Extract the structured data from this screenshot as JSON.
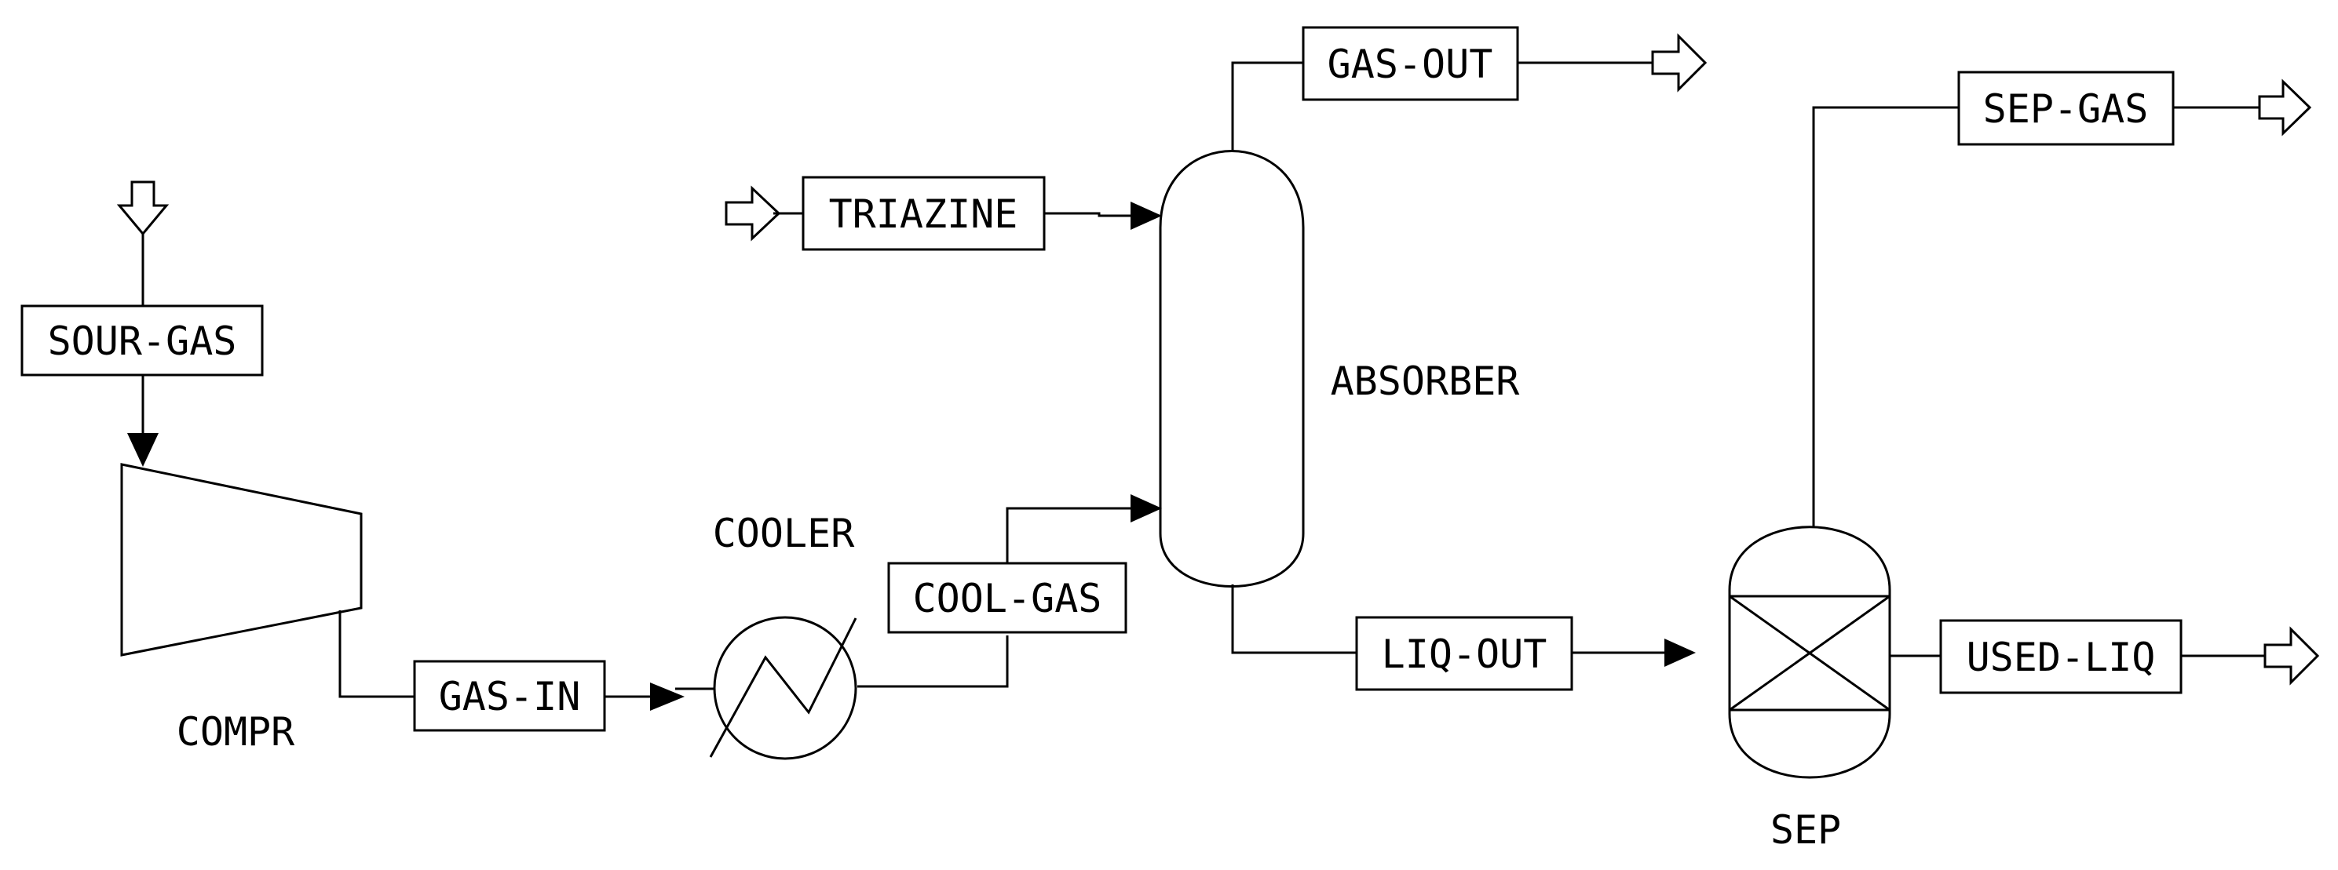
{
  "diagram": {
    "units": {
      "compressor": "COMPR",
      "cooler": "COOLER",
      "absorber": "ABSORBER",
      "separator": "SEP"
    },
    "streams": {
      "sour_gas": "SOUR-GAS",
      "gas_in": "GAS-IN",
      "cool_gas": "COOL-GAS",
      "triazine": "TRIAZINE",
      "gas_out": "GAS-OUT",
      "liq_out": "LIQ-OUT",
      "sep_gas": "SEP-GAS",
      "used_liq": "USED-LIQ"
    }
  }
}
